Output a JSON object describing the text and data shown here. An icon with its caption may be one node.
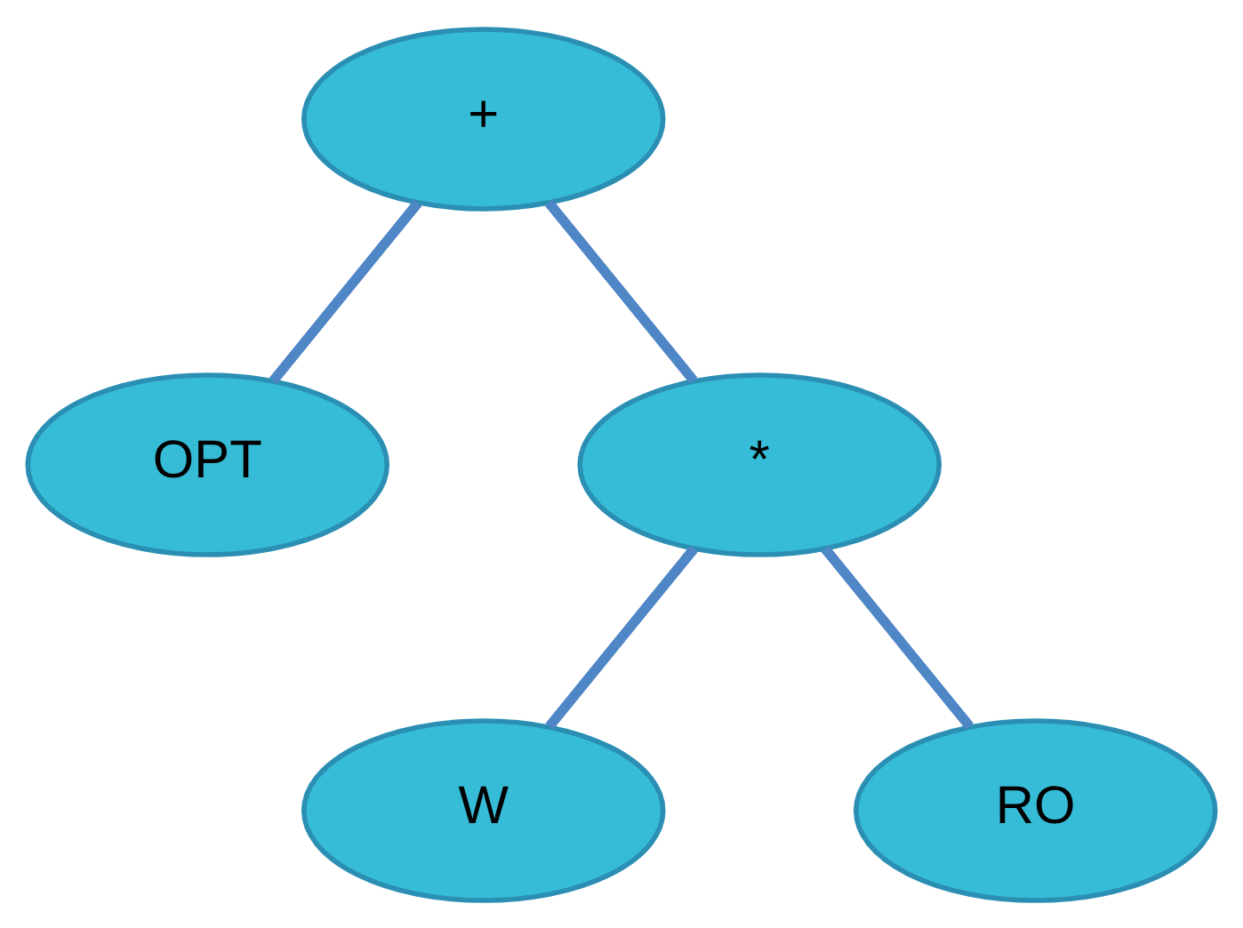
{
  "diagram": {
    "nodes": [
      {
        "text": [
          "+"
        ]
      },
      {
        "text": [
          "OPT"
        ]
      },
      {
        "text": [
          "*"
        ]
      },
      {
        "text": [
          "W"
        ]
      },
      {
        "text": [
          "RO"
        ]
      }
    ],
    "edges": [
      {
        "from": 0,
        "to": 1,
        "arrow": "none"
      },
      {
        "from": 0,
        "to": 2,
        "arrow": "none"
      },
      {
        "from": 2,
        "to": 3,
        "arrow": "none"
      },
      {
        "from": 2,
        "to": 4,
        "arrow": "none"
      }
    ]
  }
}
